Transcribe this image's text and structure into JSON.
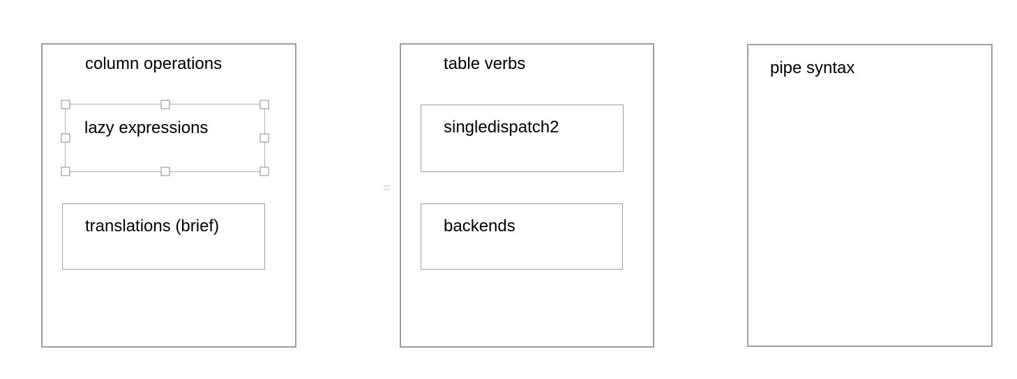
{
  "canvas": {
    "kind": "drawing-editor-canvas",
    "background_color": "#ffffff",
    "text_color": "#000000",
    "panel_border_color": "#9e9e9e",
    "shape_border_color": "#9e9e9e",
    "selection_line_color": "#b3b3b3",
    "handle_fill_color": "#ffffff",
    "handle_border_color": "#8a8a8a"
  },
  "groups": [
    {
      "title": "column operations",
      "shapes": [
        {
          "label": "lazy expressions",
          "selected": true
        },
        {
          "label": "translations (brief)",
          "selected": false
        }
      ]
    },
    {
      "title": "table verbs",
      "shapes": [
        {
          "label": "singledispatch2",
          "selected": false
        },
        {
          "label": "backends",
          "selected": false
        }
      ]
    },
    {
      "title": "pipe syntax",
      "shapes": []
    }
  ]
}
